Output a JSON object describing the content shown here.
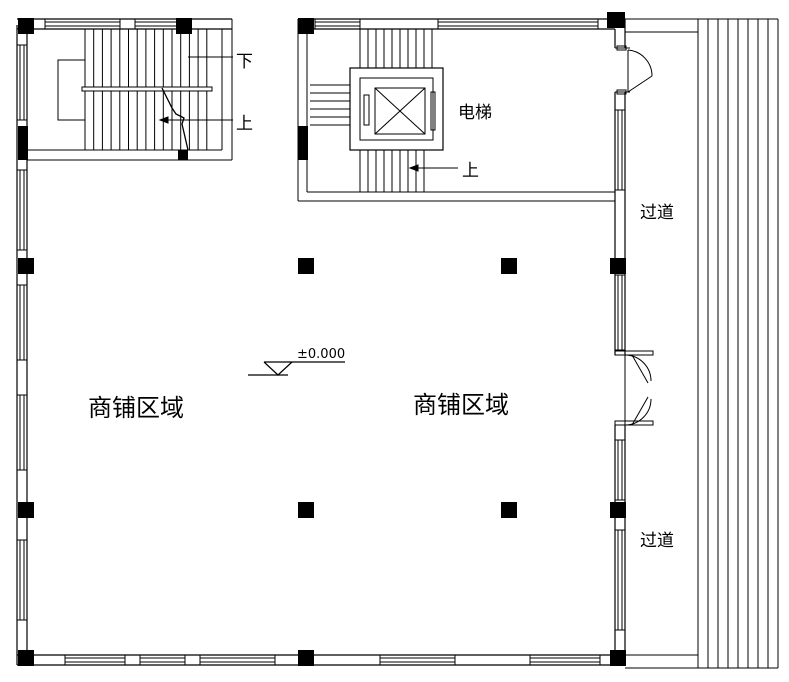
{
  "labels": {
    "stair_down": "下",
    "stair_up_left": "上",
    "elevator": "电梯",
    "stair_up_right": "上",
    "corridor_top": "过道",
    "corridor_bottom": "过道",
    "shop_left": "商铺区域",
    "shop_right": "商铺区域",
    "elevation": "±0.000"
  }
}
